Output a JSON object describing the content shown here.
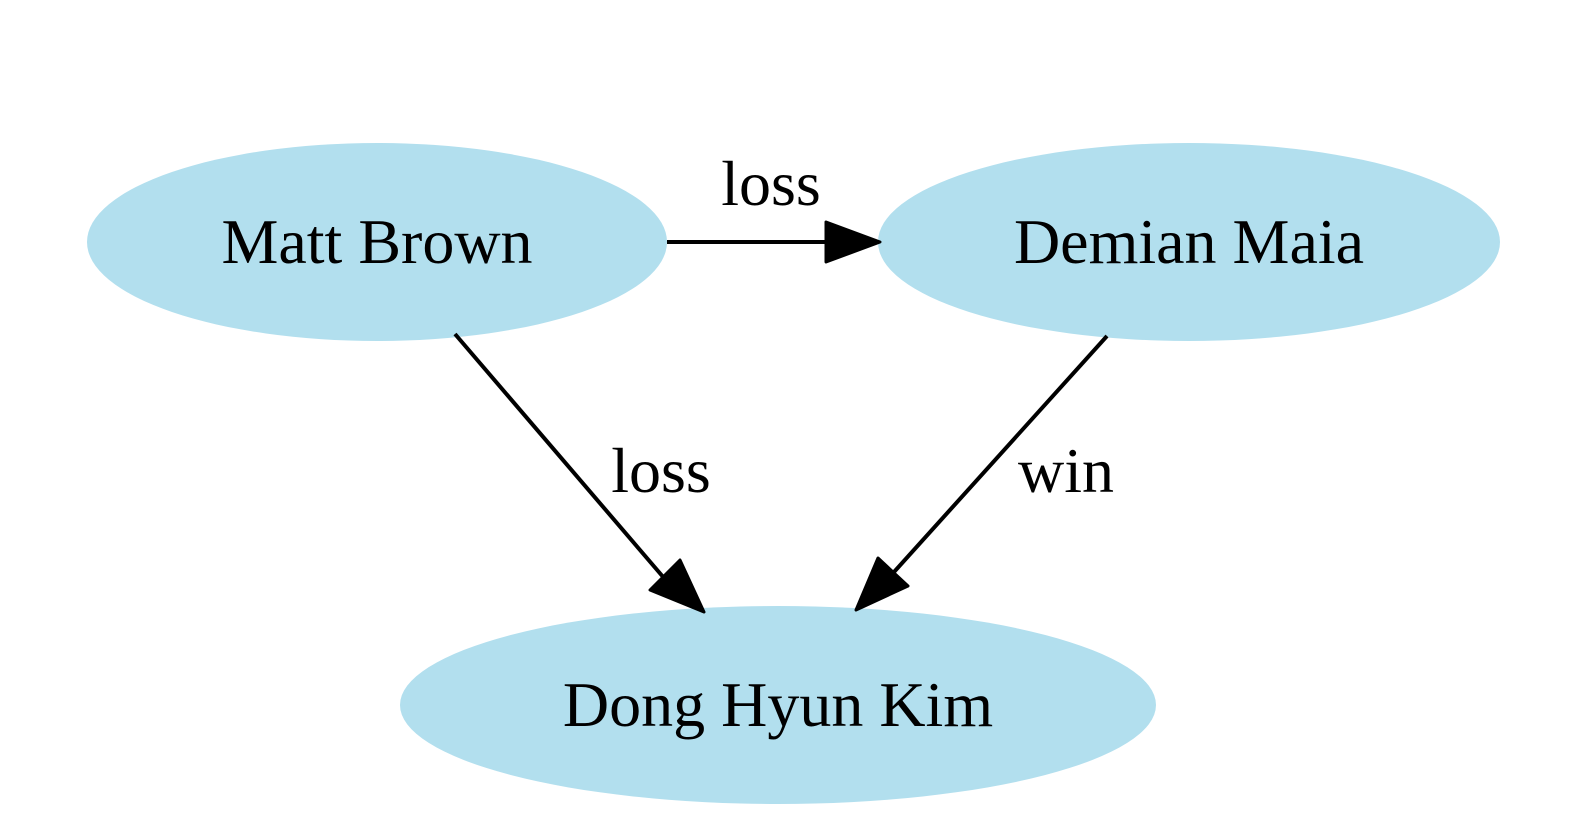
{
  "colors": {
    "node_fill": "#b2dfee",
    "edge": "#000000",
    "text": "#000000",
    "background": "#ffffff"
  },
  "nodes": {
    "matt_brown": {
      "label": "Matt Brown"
    },
    "demian_maia": {
      "label": "Demian Maia"
    },
    "dong_hyun_kim": {
      "label": "Dong Hyun Kim"
    }
  },
  "edges": {
    "matt_to_demian": {
      "from": "Matt Brown",
      "to": "Demian Maia",
      "label": "loss"
    },
    "matt_to_kim": {
      "from": "Matt Brown",
      "to": "Dong Hyun Kim",
      "label": "loss"
    },
    "demian_to_kim": {
      "from": "Demian Maia",
      "to": "Dong Hyun Kim",
      "label": "win"
    }
  }
}
